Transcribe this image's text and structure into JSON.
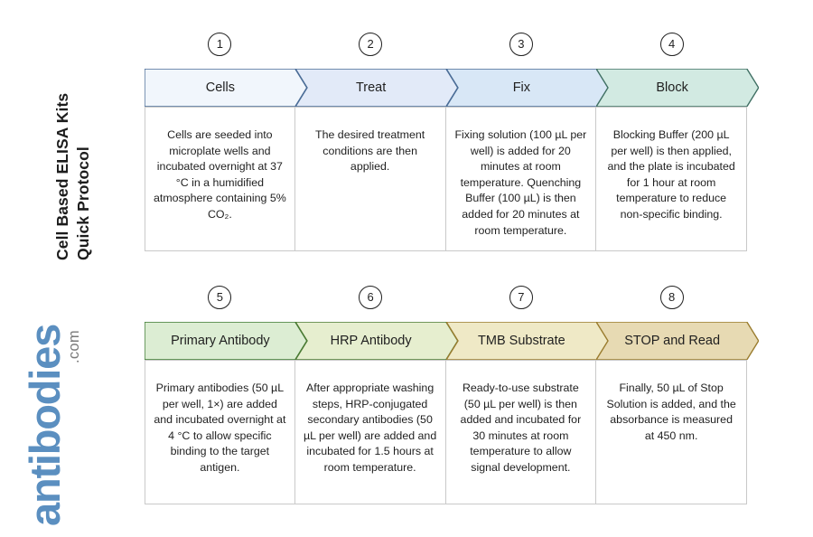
{
  "branding": {
    "title": "Cell Based ELISA Kits\nQuick Protocol",
    "logo_word": "antibodies",
    "logo_tld": ".com",
    "logo_color": "#5b8fc0"
  },
  "diagram": {
    "type": "process-flow",
    "rows": [
      {
        "row_index": 1,
        "steps": [
          {
            "number": "1",
            "label": "Cells",
            "fill": "#f1f6fc",
            "stroke": "#4a6c96",
            "description": "Cells are seeded into microplate wells and incubated overnight at 37 °C in a humidified atmosphere containing 5% CO₂."
          },
          {
            "number": "2",
            "label": "Treat",
            "fill": "#e2eaf8",
            "stroke": "#4a6c96",
            "description": "The desired treatment conditions are then applied."
          },
          {
            "number": "3",
            "label": "Fix",
            "fill": "#d8e7f6",
            "stroke": "#4a6c96",
            "description": "Fixing solution (100 µL per well) is added for 20 minutes at room temperature. Quenching Buffer (100 µL) is then added for 20 minutes at room temperature."
          },
          {
            "number": "4",
            "label": "Block",
            "fill": "#d2eae2",
            "stroke": "#3f6f63",
            "description": "Blocking Buffer (200 µL per well) is then applied, and the plate is incubated for 1 hour at room temperature to reduce non-specific binding."
          }
        ]
      },
      {
        "row_index": 2,
        "steps": [
          {
            "number": "5",
            "label": "Primary Antibody",
            "fill": "#dcedd3",
            "stroke": "#3d7a33",
            "description": "Primary antibodies (50 µL per well, 1×) are added and incubated overnight at 4 °C to allow specific binding to the target antigen."
          },
          {
            "number": "6",
            "label": "HRP Antibody",
            "fill": "#e6eecf",
            "stroke": "#4b7a33",
            "description": "After appropriate washing steps, HRP-conjugated secondary antibodies (50 µL per well) are added and incubated for 1.5 hours at room temperature."
          },
          {
            "number": "7",
            "label": "TMB Substrate",
            "fill": "#efe9c6",
            "stroke": "#9a7c2e",
            "description": "Ready-to-use substrate (50 µL per well) is then added and incubated for 30 minutes at room temperature to allow signal development."
          },
          {
            "number": "8",
            "label": "STOP and Read",
            "fill": "#e7dab3",
            "stroke": "#9a7c2e",
            "description": "Finally, 50 µL of Stop Solution is added, and the absorbance is measured at 450 nm."
          }
        ]
      }
    ]
  }
}
